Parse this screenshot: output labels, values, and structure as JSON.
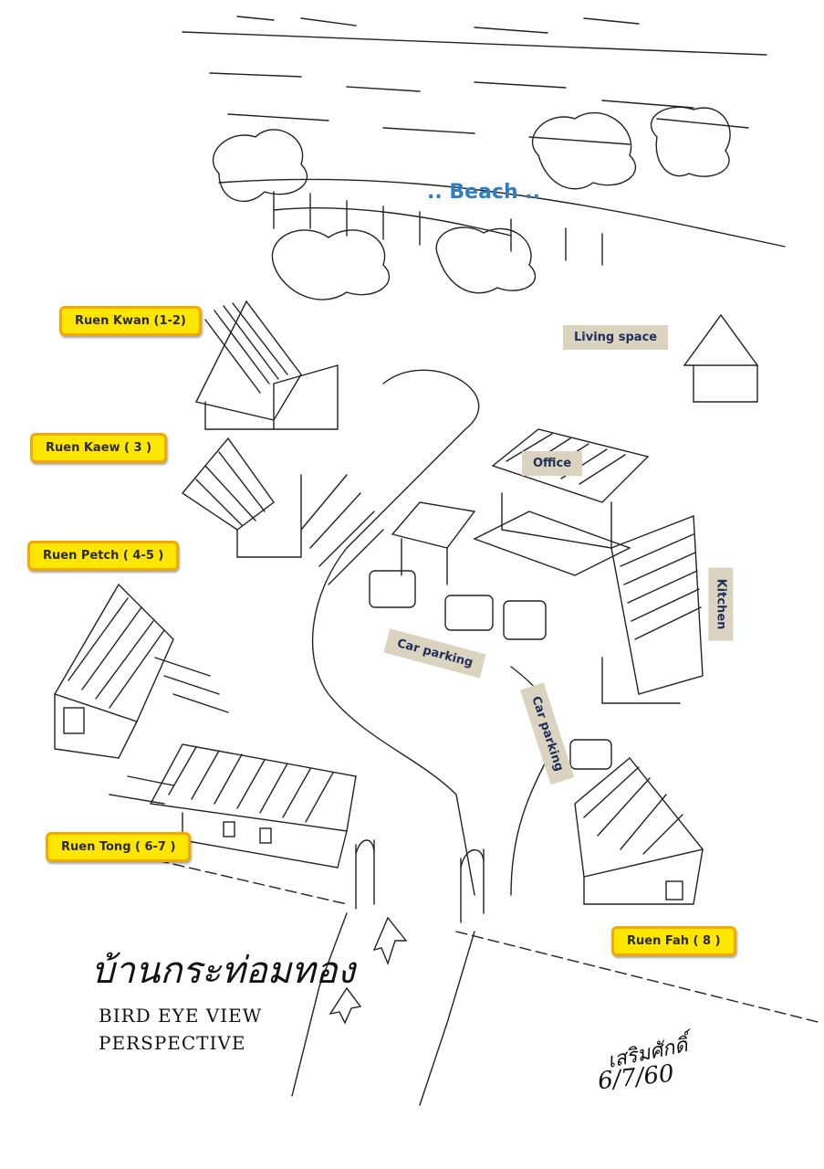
{
  "labels": {
    "beach": ".. Beach ..",
    "ruen_kwan": "Ruen Kwan (1-2)",
    "ruen_kaew": "Ruen Kaew ( 3 )",
    "ruen_petch": "Ruen Petch ( 4-5 )",
    "ruen_tong": "Ruen Tong ( 6-7 )",
    "ruen_fah": "Ruen Fah ( 8 )",
    "living_space": "Living space",
    "office": "Office",
    "kitchen": "Kitchen",
    "car_parking_1": "Car parking",
    "car_parking_2": "Car parking"
  },
  "handwriting": {
    "thai_title": "บ้านกระท่อมทอง",
    "bird_eye": "BIRD EYE VIEW",
    "perspective": "PERSPECTIVE",
    "signature": "เสริมศักดิ์",
    "date": "6/7/60"
  },
  "colors": {
    "label_fill": "#ffe600",
    "label_border": "#f2a900",
    "tag_fill": "#d9d3c0",
    "tag_text": "#1f2f58",
    "beach_text": "#2f7fc0"
  }
}
